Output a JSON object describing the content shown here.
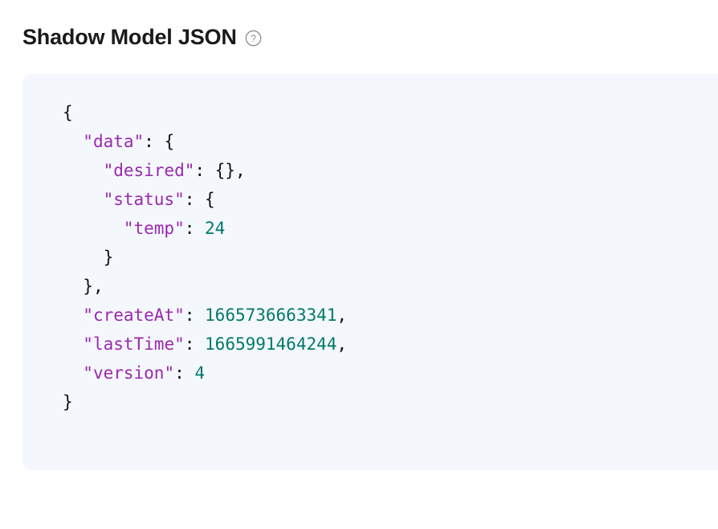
{
  "panel": {
    "title": "Shadow Model JSON",
    "help_icon": "question-circle-icon",
    "background_color": "#f4f8fc"
  },
  "colors": {
    "key": "#9c27b0",
    "number": "#00796b",
    "punctuation": "#111111",
    "title": "#1a1a1a",
    "panel_bg": "#f4f8fc",
    "page_bg": "#ffffff",
    "help_icon": "#8c8c8c"
  },
  "json_document": {
    "raw": "{\n  \"data\": {\n    \"desired\": {},\n    \"status\": {\n      \"temp\": 24\n    }\n  },\n  \"createAt\": 1665736663341,\n  \"lastTime\": 1665991464244,\n  \"version\": 4\n}",
    "values": {
      "data.desired": "{}",
      "data.status.temp": 24,
      "createAt": 1665736663341,
      "lastTime": 1665991464244,
      "version": 4
    },
    "lines": [
      {
        "indent": 0,
        "segments": [
          {
            "t": "punct",
            "v": "{"
          }
        ]
      },
      {
        "indent": 1,
        "segments": [
          {
            "t": "key",
            "v": "\"data\""
          },
          {
            "t": "punct",
            "v": ": {"
          }
        ]
      },
      {
        "indent": 2,
        "segments": [
          {
            "t": "key",
            "v": "\"desired\""
          },
          {
            "t": "punct",
            "v": ": {},"
          }
        ]
      },
      {
        "indent": 2,
        "segments": [
          {
            "t": "key",
            "v": "\"status\""
          },
          {
            "t": "punct",
            "v": ": {"
          }
        ]
      },
      {
        "indent": 3,
        "segments": [
          {
            "t": "key",
            "v": "\"temp\""
          },
          {
            "t": "punct",
            "v": ": "
          },
          {
            "t": "num",
            "v": "24"
          }
        ]
      },
      {
        "indent": 2,
        "segments": [
          {
            "t": "punct",
            "v": "}"
          }
        ]
      },
      {
        "indent": 1,
        "segments": [
          {
            "t": "punct",
            "v": "},"
          }
        ]
      },
      {
        "indent": 1,
        "segments": [
          {
            "t": "key",
            "v": "\"createAt\""
          },
          {
            "t": "punct",
            "v": ": "
          },
          {
            "t": "num",
            "v": "1665736663341"
          },
          {
            "t": "punct",
            "v": ","
          }
        ]
      },
      {
        "indent": 1,
        "segments": [
          {
            "t": "key",
            "v": "\"lastTime\""
          },
          {
            "t": "punct",
            "v": ": "
          },
          {
            "t": "num",
            "v": "1665991464244"
          },
          {
            "t": "punct",
            "v": ","
          }
        ]
      },
      {
        "indent": 1,
        "segments": [
          {
            "t": "key",
            "v": "\"version\""
          },
          {
            "t": "punct",
            "v": ": "
          },
          {
            "t": "num",
            "v": "4"
          }
        ]
      },
      {
        "indent": 0,
        "segments": [
          {
            "t": "punct",
            "v": "}"
          }
        ]
      }
    ]
  }
}
